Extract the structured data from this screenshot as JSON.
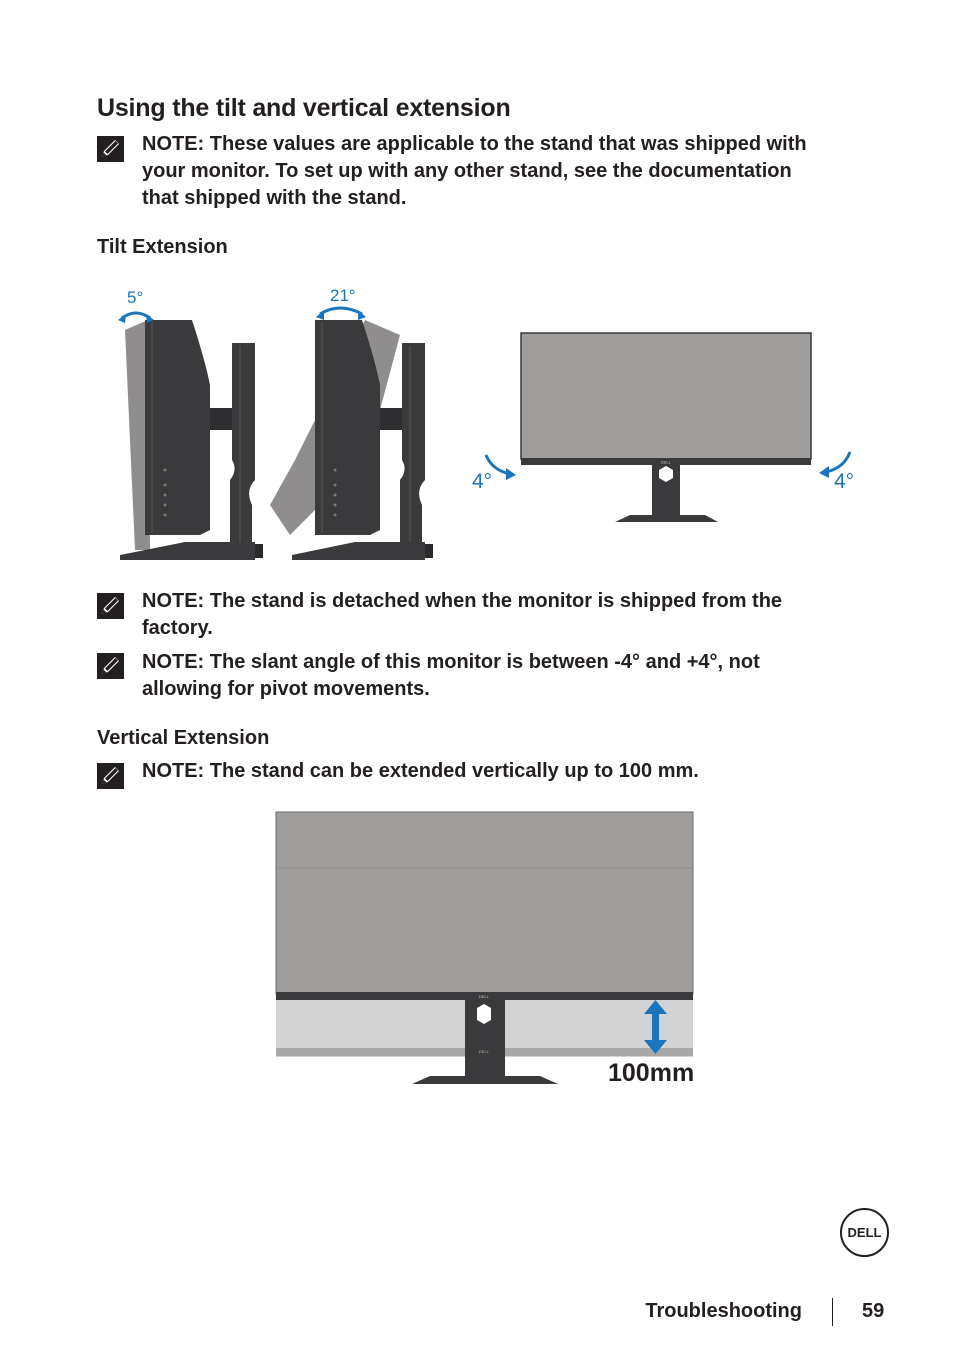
{
  "heading": "Using the tilt and vertical extension",
  "notes": [
    {
      "lines": [
        "NOTE: These values are applicable to the stand that was shipped with",
        "your monitor. To set up with any other stand, see the documentation",
        "that shipped with the stand."
      ]
    },
    {
      "lines": [
        "NOTE: The stand is detached when the monitor is shipped from the",
        "factory."
      ]
    },
    {
      "lines": [
        "NOTE: The slant angle of this monitor is between -4° and +4°, not",
        "allowing for pivot movements."
      ]
    },
    {
      "lines": [
        "NOTE: The stand can be extended vertically up to 100 mm."
      ]
    }
  ],
  "tilt_heading": "Tilt Extension",
  "tilt_angles": {
    "back": "5°",
    "forward": "21°",
    "swivel_left": "4°",
    "swivel_right": "4°"
  },
  "vertical_heading": "Vertical Extension",
  "height_label": "100mm",
  "brand_logo_text": "DELL",
  "footer": {
    "section": "Troubleshooting",
    "page": "59"
  },
  "colors": {
    "accent": "#1a75bc",
    "text": "#231f20",
    "screen": "#a09d9d",
    "bezel": "#3a3a3c"
  }
}
